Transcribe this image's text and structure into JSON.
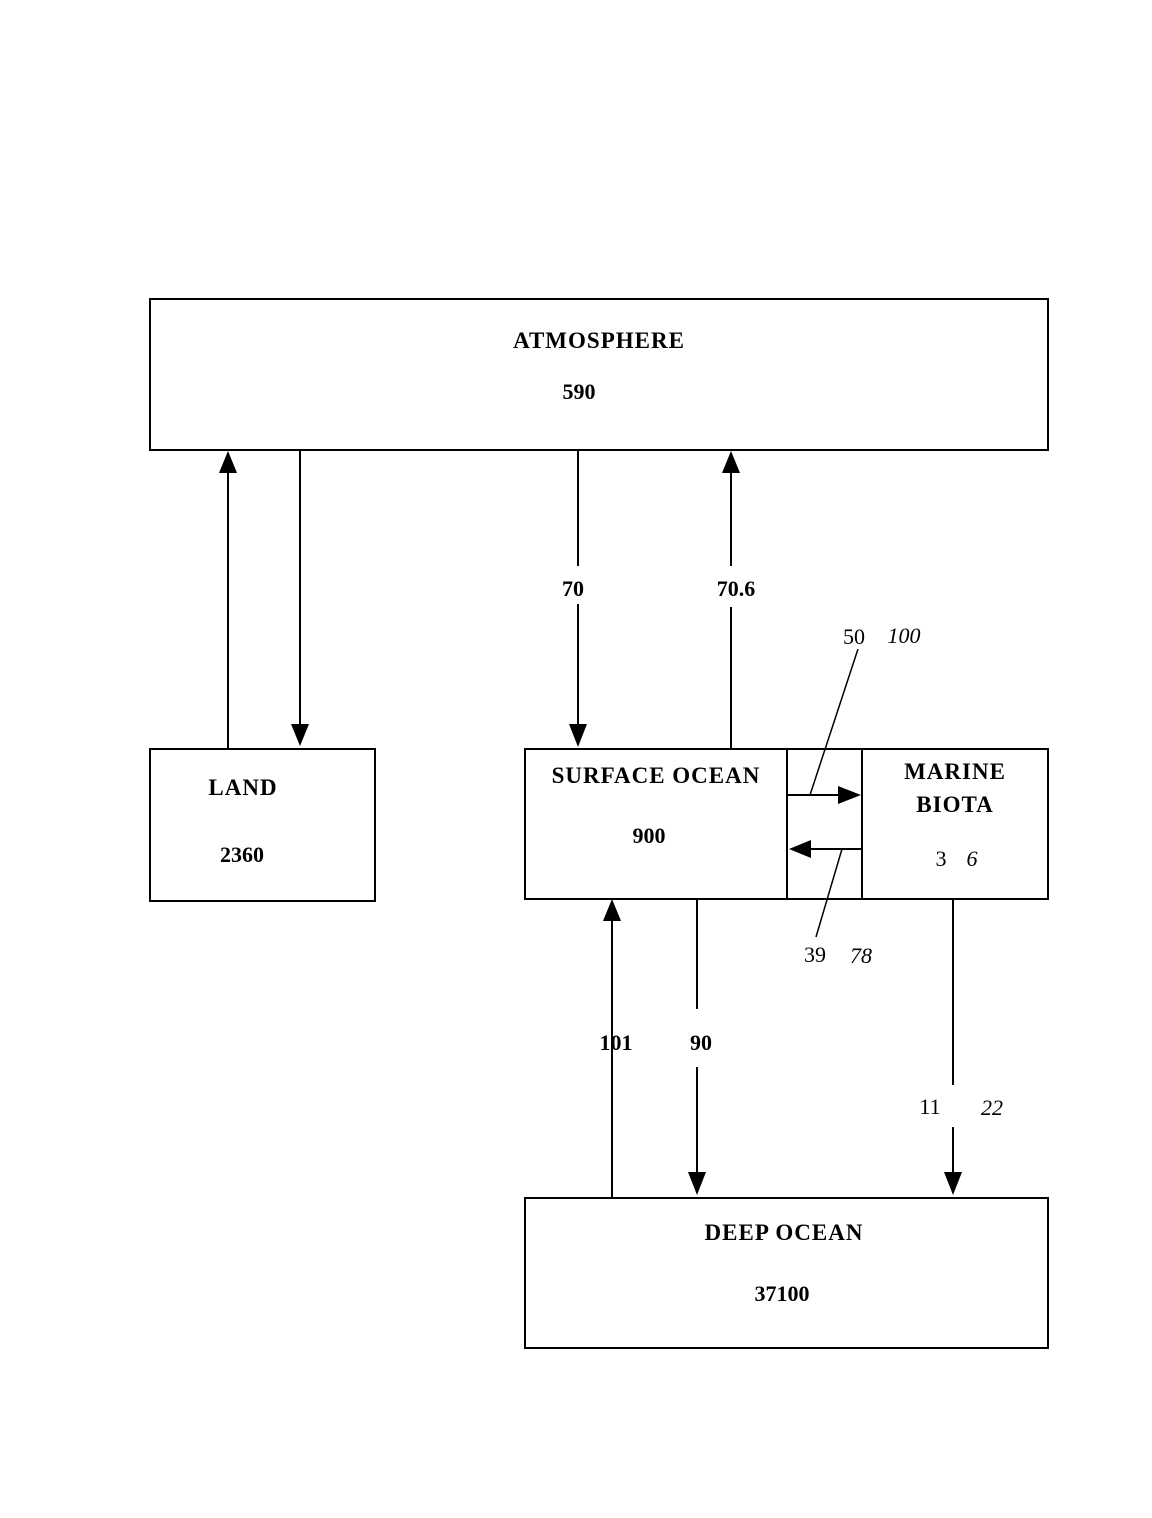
{
  "boxes": {
    "atmosphere": {
      "name": "ATMOSPHERE",
      "value": "590"
    },
    "land": {
      "name": "LAND",
      "value": "2360"
    },
    "surface_ocean": {
      "name": "SURFACE OCEAN",
      "value": "900"
    },
    "marine_biota": {
      "name_line1": "MARINE",
      "name_line2": "BIOTA",
      "value": "3",
      "value_alt": "6"
    },
    "deep_ocean": {
      "name": "DEEP OCEAN",
      "value": "37100"
    }
  },
  "flows": {
    "atmosphere_to_surface": "70",
    "surface_to_atmosphere": "70.6",
    "surface_to_biota": {
      "value": "50",
      "alt": "100"
    },
    "biota_to_surface": {
      "value": "39",
      "alt": "78"
    },
    "deep_to_surface": "101",
    "surface_to_deep": "90",
    "biota_to_deep": {
      "value": "11",
      "alt": "22"
    }
  }
}
